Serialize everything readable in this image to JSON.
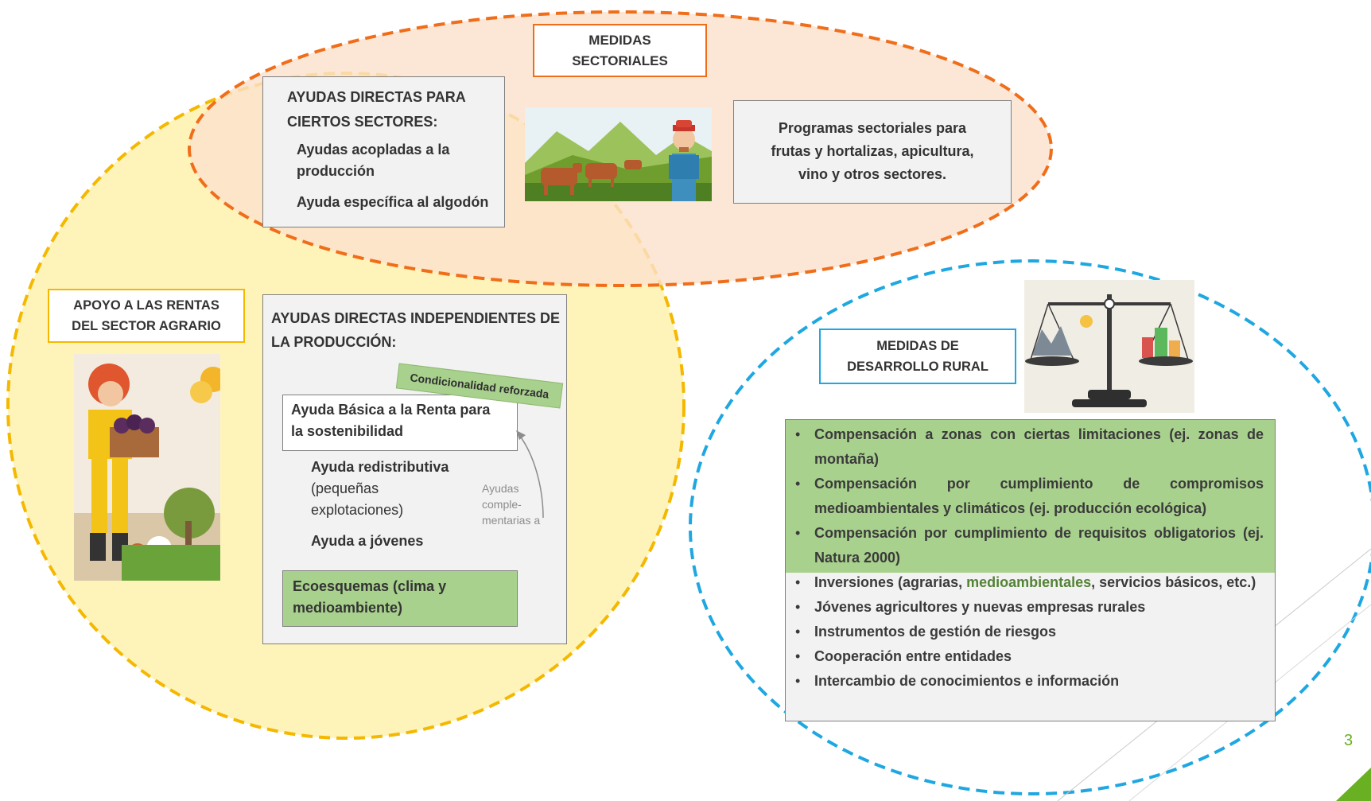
{
  "labels": {
    "sectoriales": [
      "MEDIDAS",
      "SECTORIALES"
    ],
    "rentas": [
      "APOYO A LAS RENTAS",
      "DEL SECTOR AGRARIO"
    ],
    "desarrollo": [
      "MEDIDAS DE",
      "DESARROLLO RURAL"
    ]
  },
  "sector_box": {
    "title": [
      "AYUDAS DIRECTAS PARA",
      "CIERTOS SECTORES:"
    ],
    "items": [
      "Ayudas acopladas a la",
      "producción",
      "Ayuda específica al algodón"
    ]
  },
  "programas_box": [
    "Programas sectoriales para",
    "frutas y hortalizas, apicultura,",
    "vino y otros sectores."
  ],
  "decoupled_box": {
    "title": [
      "AYUDAS DIRECTAS INDEPENDIENTES DE",
      "LA PRODUCCIÓN:"
    ],
    "condicionalidad": "Condicionalidad reforzada",
    "basica": [
      "Ayuda Básica a la Renta para",
      "la sostenibilidad"
    ],
    "redistributiva": [
      "Ayuda redistributiva",
      "(pequeñas",
      "explotaciones)"
    ],
    "jovenes": "Ayuda a jóvenes",
    "complementarias": [
      "Ayudas",
      "comple-",
      "mentarias a"
    ],
    "ecoesquemas": [
      "Ecoesquemas (clima y",
      "medioambiente)"
    ]
  },
  "rural_list": [
    {
      "text": "Compensación a zonas con ciertas limitaciones (ej. zonas de montaña)"
    },
    {
      "text": "Compensación por cumplimiento de compromisos medioambientales y climáticos (ej. producción ecológica)"
    },
    {
      "text": "Compensación por cumplimiento de requisitos obligatorios (ej. Natura 2000)"
    },
    {
      "pre": "Inversiones (agrarias, ",
      "green": "medioambientales",
      "post": ", servicios básicos, etc.)"
    },
    {
      "text": "Jóvenes agricultores y nuevas empresas rurales"
    },
    {
      "text": "Instrumentos de gestión de riesgos"
    },
    {
      "text": "Cooperación entre entidades"
    },
    {
      "text": "Intercambio de conocimientos e información"
    }
  ],
  "bullet": "•",
  "page_number": "3",
  "colors": {
    "yellow_ellipse": "#fde98a",
    "yellow_border": "#f5b800",
    "orange_ellipse": "#fbe1cc",
    "orange_border": "#f06d1a",
    "blue_border": "#1ea7e1",
    "green_highlight": "#a9d18e",
    "green_text": "#548235",
    "accent_green": "#6ab023"
  }
}
